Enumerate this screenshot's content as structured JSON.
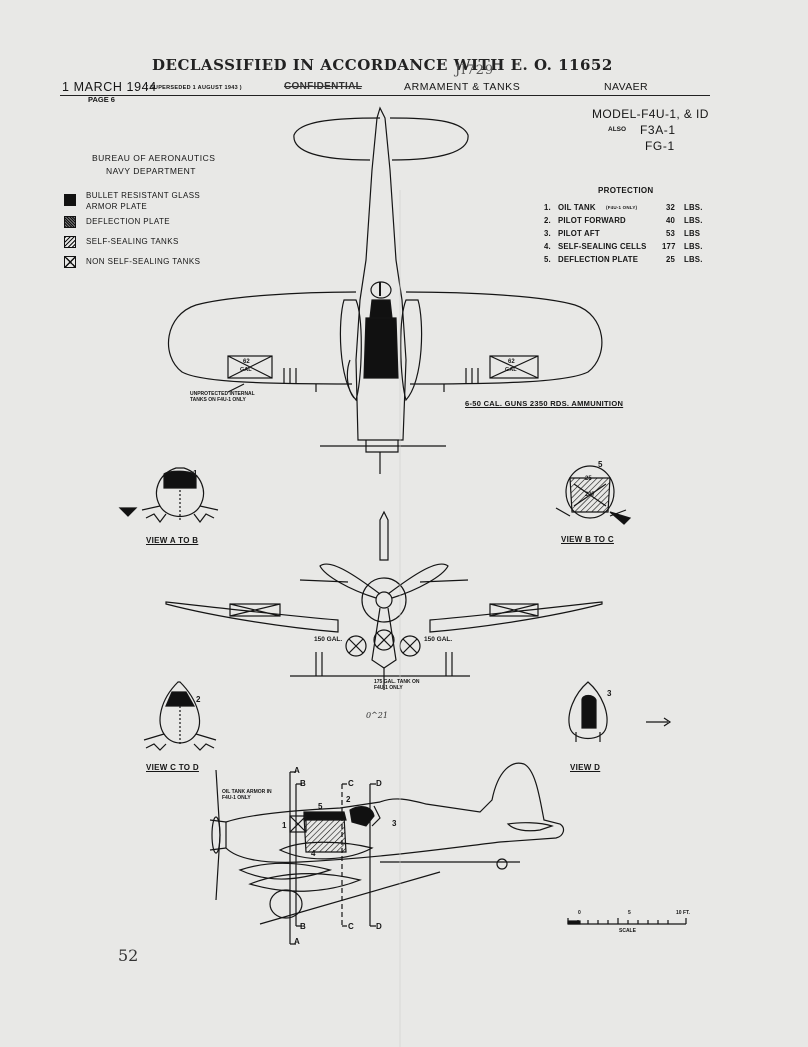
{
  "header": {
    "declassified_stamp": "DECLASSIFIED IN ACCORDANCE WITH E. O. 11652",
    "stamp_overprint": "Jl729",
    "date": "1 MARCH  1944",
    "superseded": "( SUPERSEDED   1 AUGUST 1943 )",
    "classification": "CONFIDENTIAL",
    "section": "ARMAMENT & TANKS",
    "doc": "NAVAER",
    "page": "PAGE 6"
  },
  "model": {
    "primary": "MODEL-F4U-1, & ID",
    "also_label": "ALSO",
    "also_1": "F3A-1",
    "also_2": "FG-1"
  },
  "bureau": {
    "line1": "BUREAU OF AERONAUTICS",
    "line2": "NAVY DEPARTMENT"
  },
  "legend": [
    {
      "label": "BULLET RESISTANT GLASS",
      "label2": "ARMOR PLATE",
      "icon": "solid-black-square"
    },
    {
      "label": "DEFLECTION PLATE",
      "icon": "stippled-square"
    },
    {
      "label": "SELF-SEALING TANKS",
      "icon": "hatched-square"
    },
    {
      "label": "NON SELF-SEALING TANKS",
      "icon": "crossed-square"
    }
  ],
  "protection": {
    "title": "PROTECTION",
    "rows": [
      {
        "num": "1.",
        "item": "OIL TANK",
        "note": "(F4U-1 ONLY)",
        "value": "32",
        "unit": "LBS."
      },
      {
        "num": "2.",
        "item": "PILOT FORWARD",
        "note": "",
        "value": "40",
        "unit": "LBS."
      },
      {
        "num": "3.",
        "item": "PILOT AFT",
        "note": "",
        "value": "53",
        "unit": "LBS"
      },
      {
        "num": "4.",
        "item": "SELF-SEALING CELLS",
        "note": "",
        "value": "177",
        "unit": "LBS."
      },
      {
        "num": "5.",
        "item": "DEFLECTION PLATE",
        "note": "",
        "value": "25",
        "unit": "LBS."
      }
    ]
  },
  "plan_view": {
    "wing_tank_left": "62",
    "wing_tank_right": "62",
    "gal": "GAL",
    "unprotected_note": "UNPROTECTED INTERNAL TANKS ON F4U-1 ONLY",
    "guns_note": "6-50 CAL. GUNS 2350 RDS. AMMUNITION"
  },
  "views": {
    "a_to_b": "VIEW A TO B",
    "b_to_c": "VIEW B TO C",
    "c_to_d": "VIEW C TO D",
    "d": "VIEW D",
    "label_1": "1",
    "label_5": "5",
    "label_2": "2",
    "label_3": "3",
    "b_to_c_tank1": "25",
    "b_to_c_tank2": "237"
  },
  "front_view": {
    "left_drop": "150 GAL.",
    "right_drop": "150 GAL.",
    "center_tank": "175 GAL. TANK ON F4U-1 ONLY",
    "handwritten": "0^21"
  },
  "side_view": {
    "oil_tank_note": "OIL TANK ARMOR IN F4U-1 ONLY",
    "sections": [
      "A",
      "B",
      "C",
      "D"
    ],
    "callouts": [
      "1",
      "2",
      "3",
      "4",
      "5"
    ]
  },
  "scale": {
    "ticks": [
      "0",
      "5",
      "10 FT."
    ],
    "label": "SCALE"
  },
  "page_footer": {
    "page_number": "52"
  }
}
